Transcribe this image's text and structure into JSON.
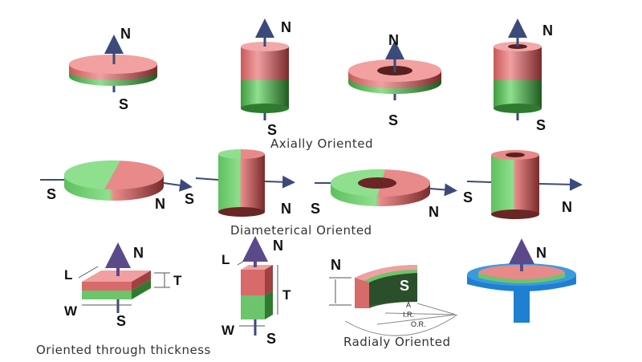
{
  "captions": {
    "axial": "Axially Oriented",
    "diametrical": "Diameterical Oriented",
    "thickness": "Oriented through thickness",
    "radial": "Radialy Oriented"
  },
  "poles": {
    "north": "N",
    "south": "S"
  },
  "dimensions": {
    "length": "L",
    "thickness": "T",
    "width": "W"
  },
  "radial_labels": {
    "angle": "A",
    "inner_radius": "I.R.",
    "outer_radius": "O.R."
  },
  "colors": {
    "north_red": "#e07a7a",
    "south_green": "#6cc56c",
    "shaft": "#3b4a7a",
    "arrow_purple": "#5a4a8a",
    "holder_blue": "#1f7fd0"
  }
}
